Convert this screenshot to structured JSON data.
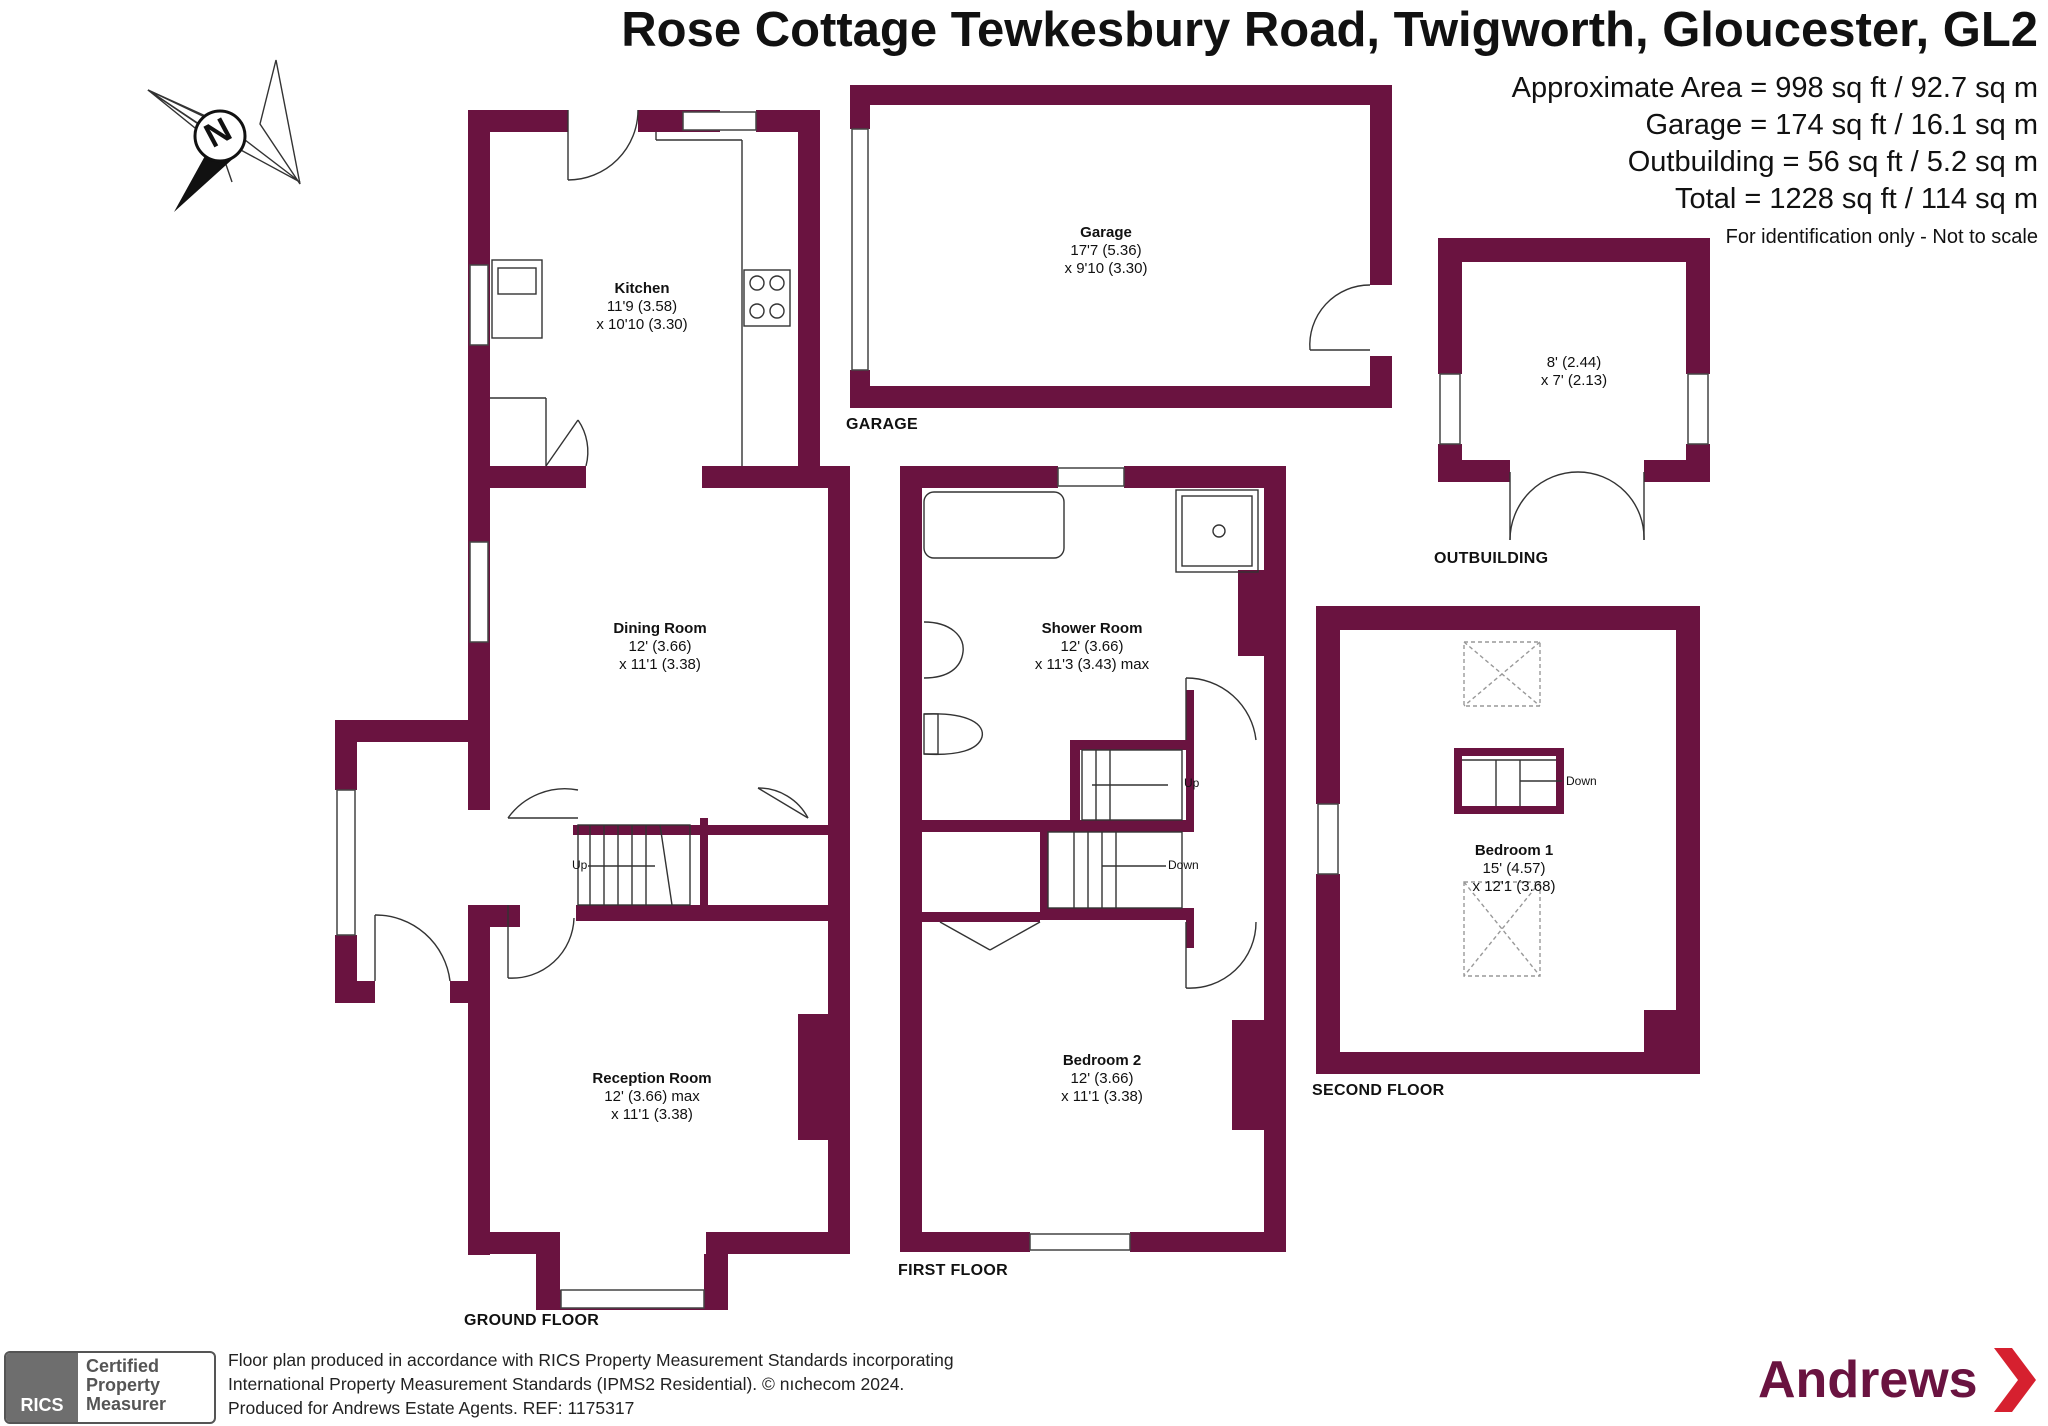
{
  "header": {
    "title": "Rose Cottage Tewkesbury Road, Twigworth, Gloucester, GL2",
    "areas": [
      "Approximate Area = 998 sq ft / 92.7 sq m",
      "Garage = 174 sq ft / 16.1 sq m",
      "Outbuilding = 56 sq ft / 5.2 sq m",
      "Total = 1228 sq ft / 114 sq m"
    ],
    "note": "For identification only - Not to scale"
  },
  "compass": {
    "letter": "N"
  },
  "floors": {
    "ground": "GROUND FLOOR",
    "first": "FIRST FLOOR",
    "second": "SECOND FLOOR",
    "garage": "GARAGE",
    "outbuilding": "OUTBUILDING"
  },
  "rooms": {
    "kitchen": {
      "name": "Kitchen",
      "dim1": "11'9 (3.58)",
      "dim2": "x 10'10 (3.30)"
    },
    "dining": {
      "name": "Dining Room",
      "dim1": "12' (3.66)",
      "dim2": "x 11'1 (3.38)"
    },
    "reception": {
      "name": "Reception Room",
      "dim1": "12' (3.66) max",
      "dim2": "x 11'1 (3.38)"
    },
    "garage": {
      "name": "Garage",
      "dim1": "17'7 (5.36)",
      "dim2": "x 9'10 (3.30)"
    },
    "outbuilding": {
      "name": "",
      "dim1": "8' (2.44)",
      "dim2": "x 7' (2.13)"
    },
    "shower": {
      "name": "Shower Room",
      "dim1": "12' (3.66)",
      "dim2": "x 11'3 (3.43) max"
    },
    "bedroom2": {
      "name": "Bedroom 2",
      "dim1": "12' (3.66)",
      "dim2": "x 11'1 (3.38)"
    },
    "bedroom1": {
      "name": "Bedroom 1",
      "dim1": "15' (4.57)",
      "dim2": "x 12'1 (3.68)"
    }
  },
  "stairs": {
    "ground_up": "Up",
    "first_up": "Up",
    "first_down": "Down",
    "second_down": "Down"
  },
  "footer": {
    "rics_logo": "RICS",
    "rics_text": [
      "Certified",
      "Property",
      "Measurer"
    ],
    "lines": [
      "Floor plan produced in accordance with RICS Property Measurement Standards incorporating",
      "International Property Measurement Standards (IPMS2 Residential).   © nıchecom 2024.",
      "Produced for Andrews Estate Agents.   REF:  1175317"
    ]
  },
  "brand": {
    "name": "Andrews",
    "color": "#6a1340"
  },
  "colors": {
    "wall": "#6a1340",
    "window": "#ffffff",
    "line": "#333333"
  }
}
